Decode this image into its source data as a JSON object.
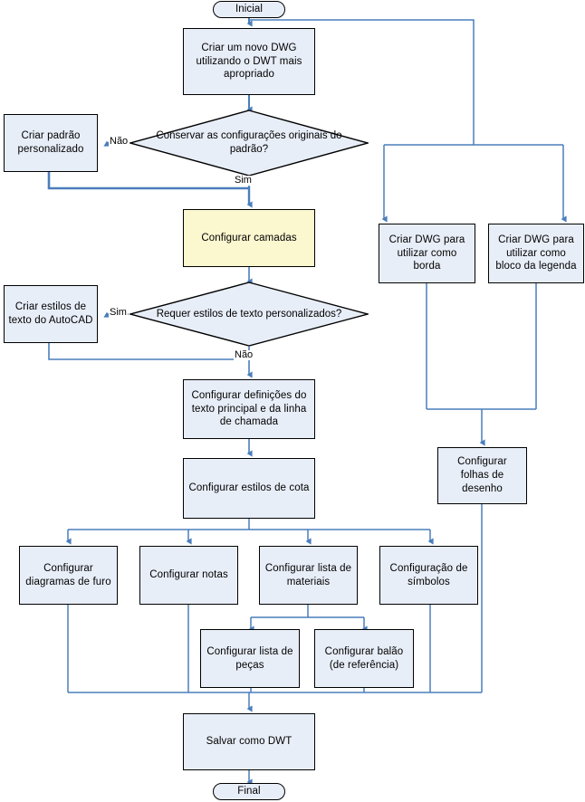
{
  "diagram": {
    "title": "Fluxograma de configuracao de DWT AutoCAD",
    "colors": {
      "process_fill": "#e8eef8",
      "highlight_fill": "#fbf7cf",
      "node_border": "#000000",
      "connector": "#4a7ebb",
      "connector_thick": "#4a7ebb",
      "text": "#000000",
      "background": "#ffffff"
    },
    "nodes": {
      "start": {
        "label": "Inicial",
        "shape": "terminator"
      },
      "create_dwg": {
        "label": "Criar um novo DWG utilizando o DWT mais apropriado",
        "shape": "process"
      },
      "decision_defaults": {
        "label": "Conservar as configurações originais do padrão?",
        "shape": "decision"
      },
      "custom_standard": {
        "label": "Criar padrão personalizado",
        "shape": "process"
      },
      "configure_layers": {
        "label": "Configurar camadas",
        "shape": "process",
        "highlight": true
      },
      "dwg_border": {
        "label": "Criar DWG para utilizar como borda",
        "shape": "process"
      },
      "dwg_legend": {
        "label": "Criar DWG para utilizar como bloco da legenda",
        "shape": "process"
      },
      "decision_textstyles": {
        "label": "Requer estilos de texto personalizados?",
        "shape": "decision"
      },
      "autocad_textstyles": {
        "label": "Criar estilos de texto do AutoCAD",
        "shape": "process"
      },
      "text_leader": {
        "label": "Configurar definições do texto principal e da linha de chamada",
        "shape": "process"
      },
      "dim_styles": {
        "label": "Configurar estilos de cota",
        "shape": "process"
      },
      "sheets": {
        "label": "Configurar folhas de desenho",
        "shape": "process"
      },
      "hole_charts": {
        "label": "Configurar diagramas de furo",
        "shape": "process"
      },
      "notes": {
        "label": "Configurar notas",
        "shape": "process"
      },
      "bom": {
        "label": "Configurar lista de materiais",
        "shape": "process"
      },
      "symbols": {
        "label": "Configuração de símbolos",
        "shape": "process"
      },
      "parts_list": {
        "label": "Configurar lista de peças",
        "shape": "process"
      },
      "balloon": {
        "label": "Configurar balão (de referência)",
        "shape": "process"
      },
      "save_dwt": {
        "label": "Salvar como DWT",
        "shape": "process"
      },
      "end": {
        "label": "Final",
        "shape": "terminator"
      }
    },
    "edge_labels": {
      "defaults_no": "Não",
      "defaults_yes": "Sim",
      "textstyles_yes": "Sim",
      "textstyles_no": "Não"
    }
  }
}
